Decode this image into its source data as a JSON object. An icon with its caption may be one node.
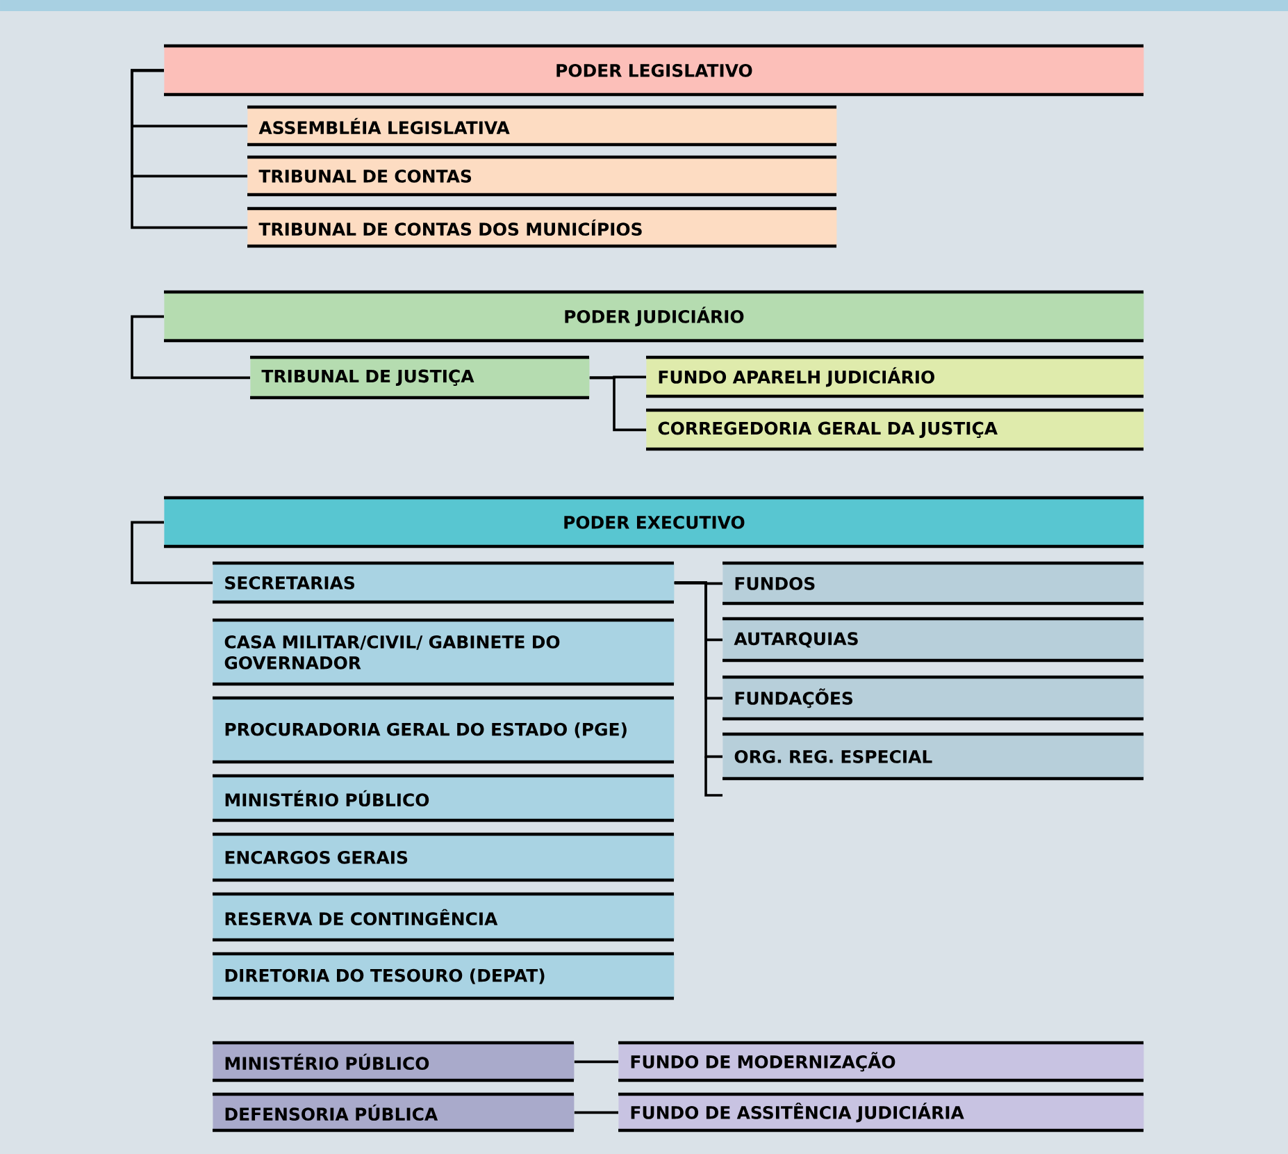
{
  "diagram": {
    "nodes": [
      {
        "text": [
          "PODER LEGISLATIVO"
        ]
      },
      {
        "text": [
          "ASSEMBLÉIA LEGISLATIVA"
        ]
      },
      {
        "text": [
          "TRIBUNAL DE CONTAS"
        ]
      },
      {
        "text": [
          "TRIBUNAL DE CONTAS DOS MUNICÍPIOS"
        ]
      },
      {
        "text": [
          "PODER JUDICIÁRIO"
        ]
      },
      {
        "text": [
          "TRIBUNAL DE JUSTIÇA"
        ]
      },
      {
        "text": [
          "FUNDO APARELH JUDICIÁRIO"
        ]
      },
      {
        "text": [
          "CORREGEDORIA GERAL DA JUSTIÇA"
        ]
      },
      {
        "text": [
          "PODER EXECUTIVO"
        ]
      },
      {
        "text": [
          "SECRETARIAS"
        ]
      },
      {
        "text": [
          "CASA MILITAR/CIVIL/ GABINETE DO GOVERNADOR"
        ]
      },
      {
        "text": [
          "PROCURADORIA GERAL DO ESTADO (PGE)"
        ]
      },
      {
        "text": [
          "MINISTÉRIO PÚBLICO"
        ]
      },
      {
        "text": [
          "ENCARGOS GERAIS"
        ]
      },
      {
        "text": [
          "RESERVA  DE CONTINGÊNCIA"
        ]
      },
      {
        "text": [
          "DIRETORIA DO TESOURO (DEPAT)"
        ]
      },
      {
        "text": [
          "FUNDOS"
        ]
      },
      {
        "text": [
          "AUTARQUIAS"
        ]
      },
      {
        "text": [
          "FUNDAÇÕES"
        ]
      },
      {
        "text": [
          "ORG. REG. ESPECIAL"
        ]
      },
      {
        "text": [
          "MINISTÉRIO PÚBLICO"
        ]
      },
      {
        "text": [
          "DEFENSORIA PÚBLICA"
        ]
      },
      {
        "text": [
          "FUNDO DE MODERNIZAÇÃO"
        ]
      },
      {
        "text": [
          "FUNDO DE ASSITÊNCIA JUDICIÁRIA"
        ]
      }
    ],
    "edges": [
      {
        "from": 0,
        "to": 1,
        "arrow": "none"
      },
      {
        "from": 0,
        "to": 2,
        "arrow": "none"
      },
      {
        "from": 0,
        "to": 3,
        "arrow": "none"
      },
      {
        "from": 4,
        "to": 5,
        "arrow": "none"
      },
      {
        "from": 5,
        "to": 6,
        "arrow": "none"
      },
      {
        "from": 5,
        "to": 7,
        "arrow": "none"
      },
      {
        "from": 8,
        "to": 9,
        "arrow": "none"
      },
      {
        "from": 9,
        "to": 16,
        "arrow": "none"
      },
      {
        "from": 9,
        "to": 17,
        "arrow": "none"
      },
      {
        "from": 9,
        "to": 18,
        "arrow": "none"
      },
      {
        "from": 9,
        "to": 19,
        "arrow": "none"
      },
      {
        "from": 20,
        "to": 22,
        "arrow": "none"
      },
      {
        "from": 21,
        "to": 23,
        "arrow": "none"
      }
    ]
  }
}
